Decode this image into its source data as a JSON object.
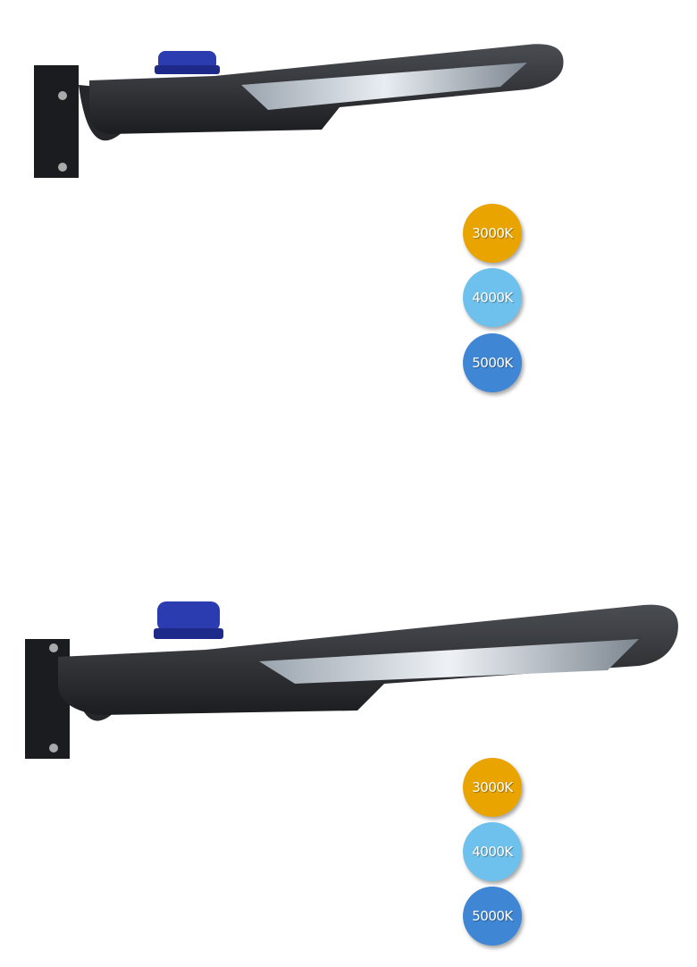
{
  "products": [
    {
      "image": "street-light-fixture-with-photocell",
      "color_temperatures": [
        {
          "label": "3000K",
          "color": "#E9A400"
        },
        {
          "label": "4000K",
          "color": "#6EC1EC"
        },
        {
          "label": "5000K",
          "color": "#3F87D4"
        }
      ]
    },
    {
      "image": "street-light-fixture-with-photocell",
      "color_temperatures": [
        {
          "label": "3000K",
          "color": "#E9A400"
        },
        {
          "label": "4000K",
          "color": "#6EC1EC"
        },
        {
          "label": "5000K",
          "color": "#3F87D4"
        }
      ]
    }
  ]
}
